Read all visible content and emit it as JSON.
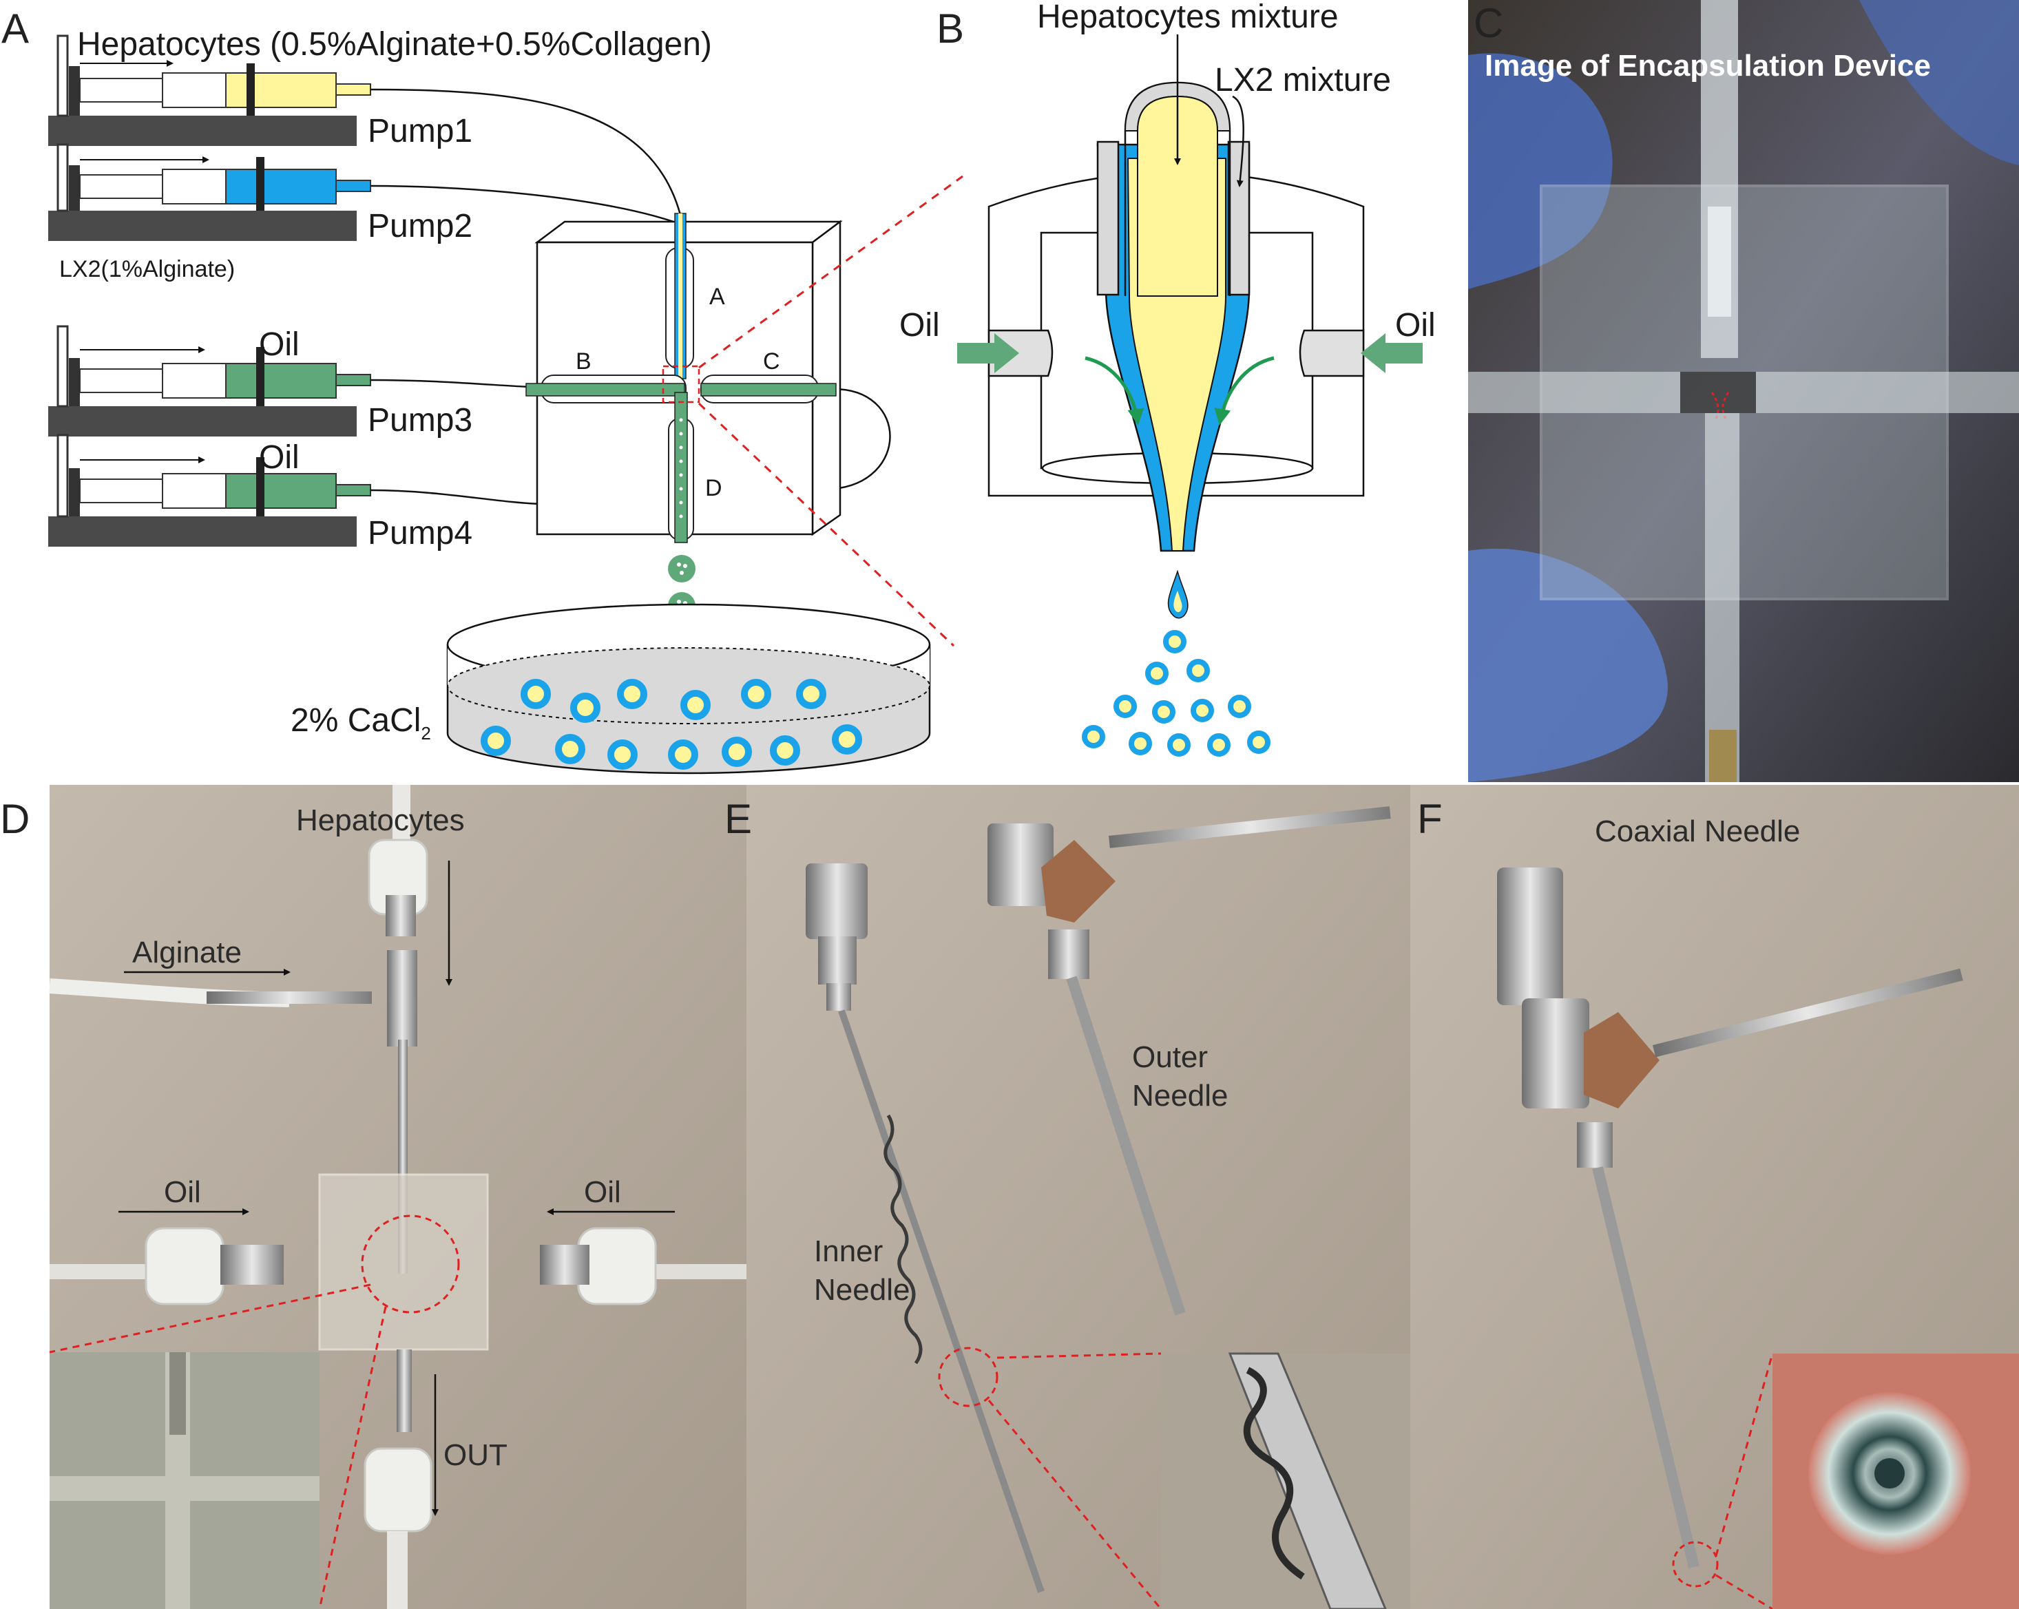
{
  "panel_letters": {
    "a": "A",
    "b": "B",
    "c": "C",
    "d": "D",
    "e": "E",
    "f": "F"
  },
  "panel_a": {
    "hepatocytes_label": "Hepatocytes (0.5%Alginate+0.5%Collagen)",
    "lx2_label": "LX2(1%Alginate)",
    "pump1": "Pump1",
    "pump2": "Pump2",
    "pump3": "Pump3",
    "pump4": "Pump4",
    "oil_1": "Oil",
    "oil_2": "Oil",
    "channel_a": "A",
    "channel_b": "B",
    "channel_c": "C",
    "channel_d": "D",
    "cacl2_label": "2% CaCl",
    "cacl2_subscript": "2"
  },
  "panel_b": {
    "hepatocytes_mixture": "Hepatocytes mixture",
    "lx2_mixture": "LX2 mixture",
    "oil_left": "Oil",
    "oil_right": "Oil"
  },
  "panel_c": {
    "title": "Image of Encapsulation Device"
  },
  "panel_d": {
    "hepatocytes": "Hepatocytes",
    "alginate": "Alginate",
    "oil_left": "Oil",
    "oil_right": "Oil",
    "out": "OUT"
  },
  "panel_e": {
    "outer_needle_line1": "Outer",
    "outer_needle_line2": "Needle",
    "inner_needle_line1": "Inner",
    "inner_needle_line2": "Needle"
  },
  "panel_f": {
    "title": "Coaxial Needle"
  },
  "colors": {
    "yellow": "#fff59a",
    "blue": "#1aa3e8",
    "green": "#5fa87a",
    "dark_gray": "#4a4a4a",
    "red_dashed": "#e02020",
    "photo_background": "#b3a99c"
  }
}
